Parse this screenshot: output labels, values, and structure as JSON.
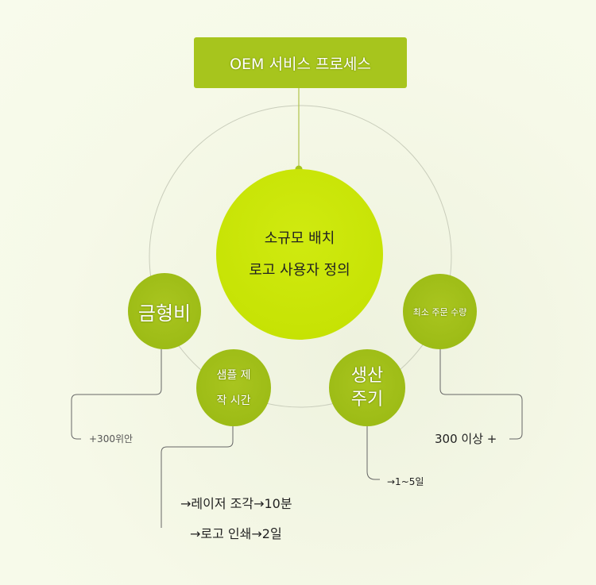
{
  "title": "OEM 서비스 프로세스",
  "center": {
    "line1": "소규모 배치",
    "line2": "로고 사용자 정의"
  },
  "nodes": {
    "mold": {
      "label": "금형비",
      "detail": "+300위안"
    },
    "sample": {
      "line1": "샘플 제",
      "line2": "작 시간",
      "detail1": "→레이저 조각→10분",
      "detail2": "→로고 인쇄→2일"
    },
    "production": {
      "line1": "생산",
      "line2": "주기",
      "detail": "→1~5일"
    },
    "moq": {
      "label": "최소 주문 수량",
      "detail": "300 이상 +"
    }
  },
  "colors": {
    "title_bg": "#a7c51d",
    "center": "#c8e600",
    "node": "#a0bf18"
  }
}
